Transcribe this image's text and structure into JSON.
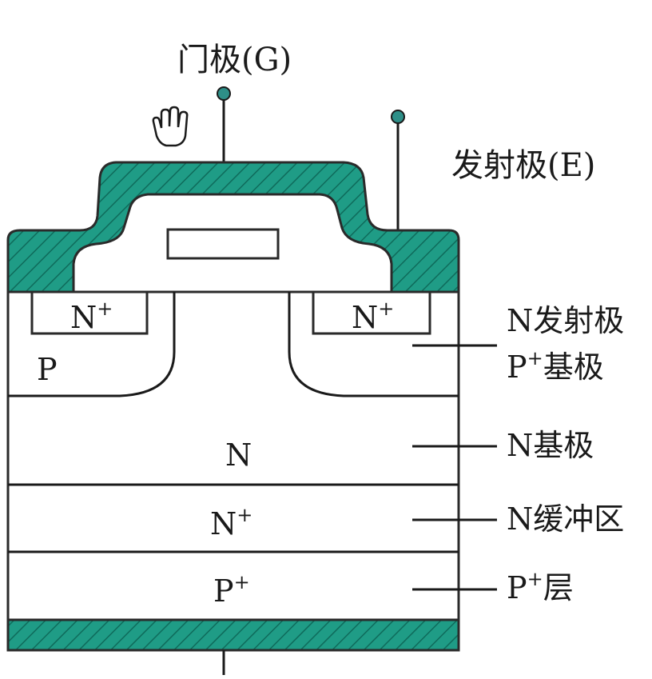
{
  "terminals": {
    "gate": "门极(G)",
    "emitter": "发射极(E)"
  },
  "regions": {
    "n_plus_left": {
      "base": "N",
      "sup": "+"
    },
    "n_plus_right": {
      "base": "N",
      "sup": "+"
    },
    "p_well": "P",
    "n_drift": "N",
    "n_buffer": {
      "base": "N",
      "sup": "+"
    },
    "p_plus_layer": {
      "base": "P",
      "sup": "+"
    }
  },
  "callouts": {
    "n_emitter": "N发射极",
    "p_plus_base": {
      "base": "P",
      "sup": "+",
      "rest": "基极"
    },
    "n_base": "N基极",
    "n_buffer": "N缓冲区",
    "p_plus_layer": {
      "base": "P",
      "sup": "+",
      "rest": "层"
    }
  },
  "colors": {
    "metal": "#1f9c86",
    "hatch": "#0f6b5b",
    "outline": "#2a2a2a"
  },
  "icons": {
    "cursor": "hand-cursor-icon"
  }
}
